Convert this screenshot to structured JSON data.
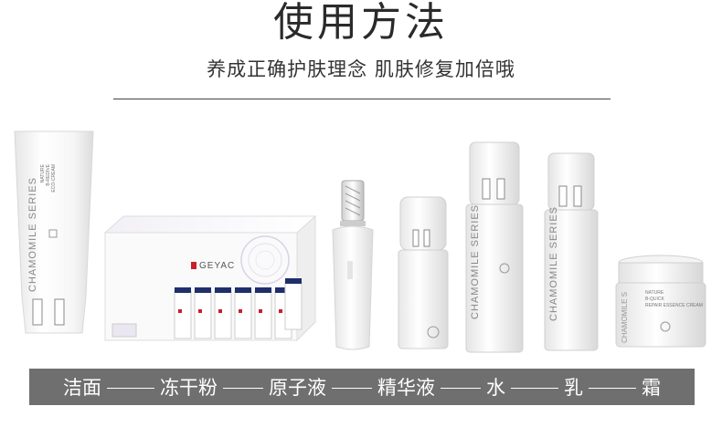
{
  "header": {
    "title": "使用方法",
    "subtitle": "养成正确护肤理念 肌肤修复加倍哦"
  },
  "products": {
    "cleanser": {
      "brand": "CHAMOMILE SERIES",
      "line1": "NATURE",
      "line2": "B-REDIVE",
      "line3": "ECO-CREAM"
    },
    "kit": {
      "brand": "GEYAC"
    },
    "cream": {
      "brand": "CHAMOMILE SERIES",
      "line1": "NATURE",
      "line2": "B-QUICK",
      "line3": "REPAIR ESSENCE CREAM"
    }
  },
  "steps": [
    {
      "label": "洁面"
    },
    {
      "label": "冻干粉"
    },
    {
      "label": "原子液"
    },
    {
      "label": "精华液"
    },
    {
      "label": "水"
    },
    {
      "label": "乳"
    },
    {
      "label": "霜"
    }
  ],
  "colors": {
    "steps_bar": "#6f6f6f",
    "divider": "#444444",
    "accent_red": "#c8202c",
    "accent_blue": "#1f2f6b"
  }
}
